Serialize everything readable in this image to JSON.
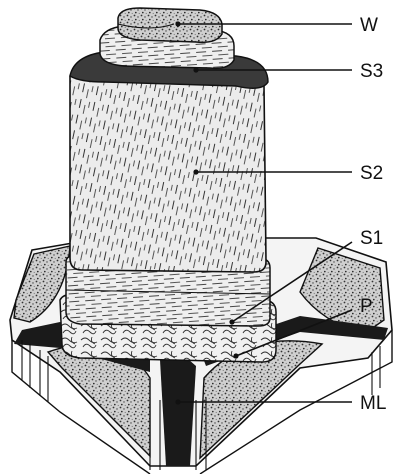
{
  "labels": {
    "w": "W",
    "s3": "S3",
    "s2": "S2",
    "s1": "S1",
    "p": "P",
    "ml": "ML"
  }
}
